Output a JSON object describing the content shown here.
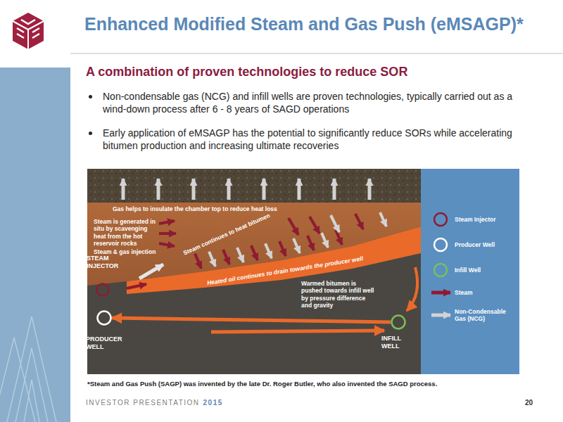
{
  "diagram": {
    "title": "Enhanced Modified Steam and Gas Push (eMSAGP)*",
    "caption": "*Steam and Gas Push (SAGP) was invented by the late Dr. Roger Butler, who also invented the SAGD process.",
    "nodes": [
      {
        "text": [
          "STEAM INJECTOR"
        ]
      },
      {
        "text": [
          "PRODUCER WELL"
        ]
      },
      {
        "text": [
          "INFILL WELL"
        ]
      }
    ],
    "edges": [
      {
        "from": 2,
        "to": 1,
        "arrow": "to"
      }
    ],
    "labels": [
      "A combination of proven technologies to reduce SOR",
      "Non-condensable gas (NCG) and infill wells are proven technologies, typically carried out as a wind-down process after 6 - 8 years of SAGD operations",
      "Early application of eMSAGP has the potential to significantly reduce SORs while accelerating bitumen production and increasing ultimate recoveries",
      "Gas helps to insulate the chamber top to reduce heat loss",
      "Steam is generated in situ by scavenging heat from the hot reservoir rocks",
      "Steam & gas injection",
      "Steam continues to heat bitumen",
      "Heated oil continues to drain towards the producer well",
      "Warmed bitumen is pushed towards infill well by pressure difference and gravity",
      "INVESTOR PRESENTATION",
      "2015",
      "20"
    ],
    "legend": [
      {
        "text": "Steam Injector"
      },
      {
        "text": "Producer Well"
      },
      {
        "text": "Infill Well"
      },
      {
        "text": "Steam"
      },
      {
        "text": "Non-Condensable Gas (NCG)"
      }
    ]
  }
}
